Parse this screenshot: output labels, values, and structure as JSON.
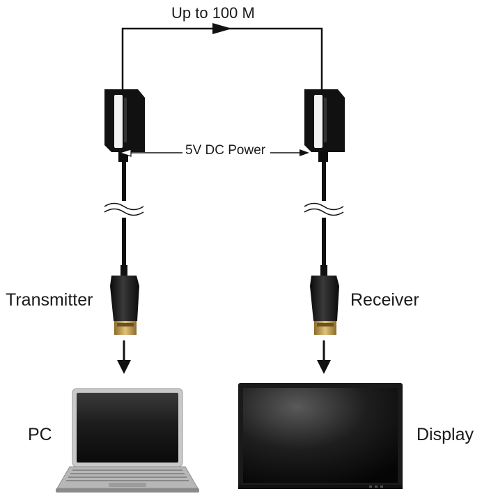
{
  "labels": {
    "distance": "Up to 100 M",
    "power": "5V DC Power",
    "transmitter": "Transmitter",
    "receiver": "Receiver",
    "pc": "PC",
    "display": "Display"
  }
}
